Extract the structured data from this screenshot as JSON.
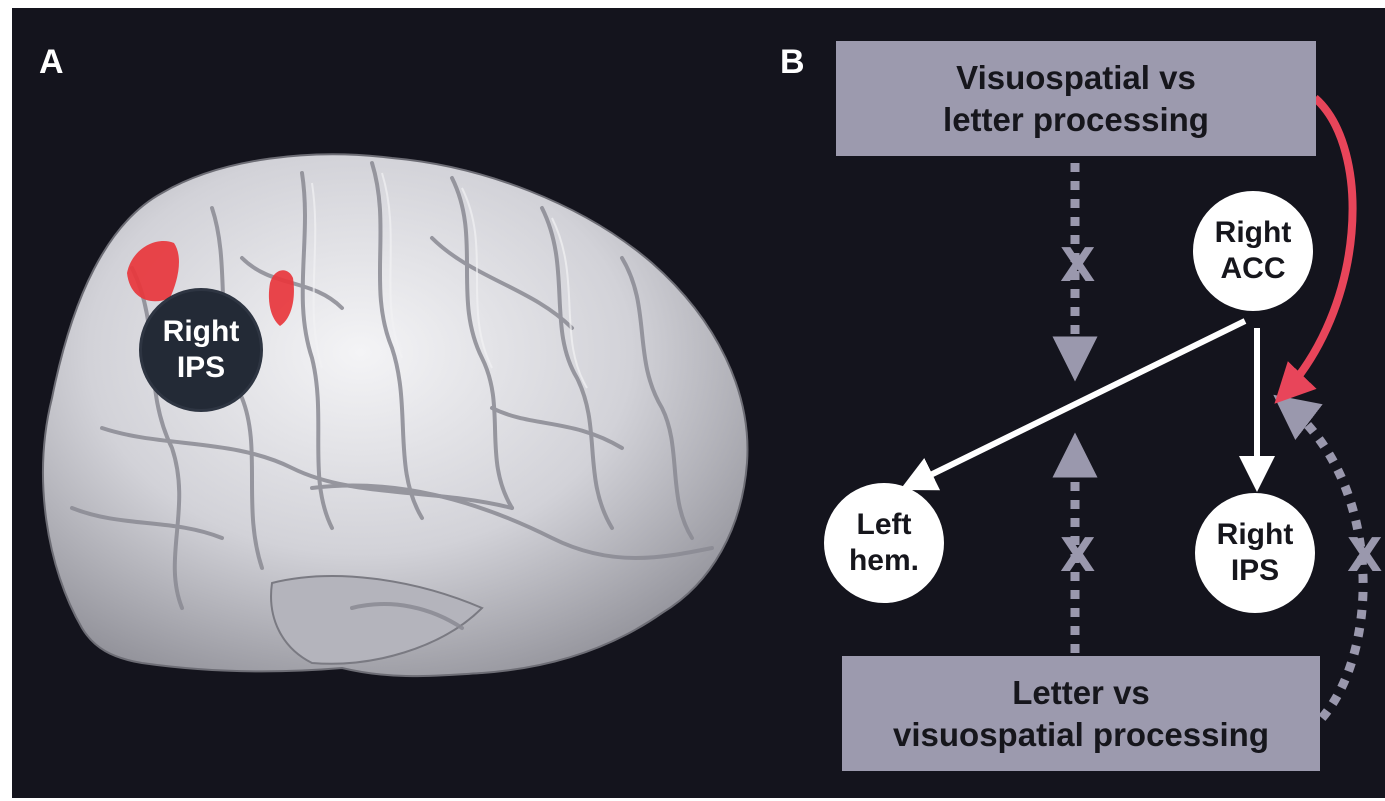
{
  "panels": {
    "a": {
      "letter": "A",
      "region_label": [
        "Right",
        "IPS"
      ],
      "activation_color": "#e8363c"
    },
    "b": {
      "letter": "B",
      "top_box": [
        "Visuospatial vs",
        "letter processing"
      ],
      "bottom_box": [
        "Letter vs",
        "visuospatial processing"
      ],
      "nodes": {
        "right_acc": [
          "Right",
          "ACC"
        ],
        "left_hem": [
          "Left",
          "hem."
        ],
        "right_ips": [
          "Right",
          "IPS"
        ]
      },
      "no_effect_marker": "X",
      "colors": {
        "box": "#9c9aae",
        "positive_link": "#e8455a",
        "acc_links": "#ffffff",
        "absent_links": "#9a98ad"
      }
    }
  }
}
